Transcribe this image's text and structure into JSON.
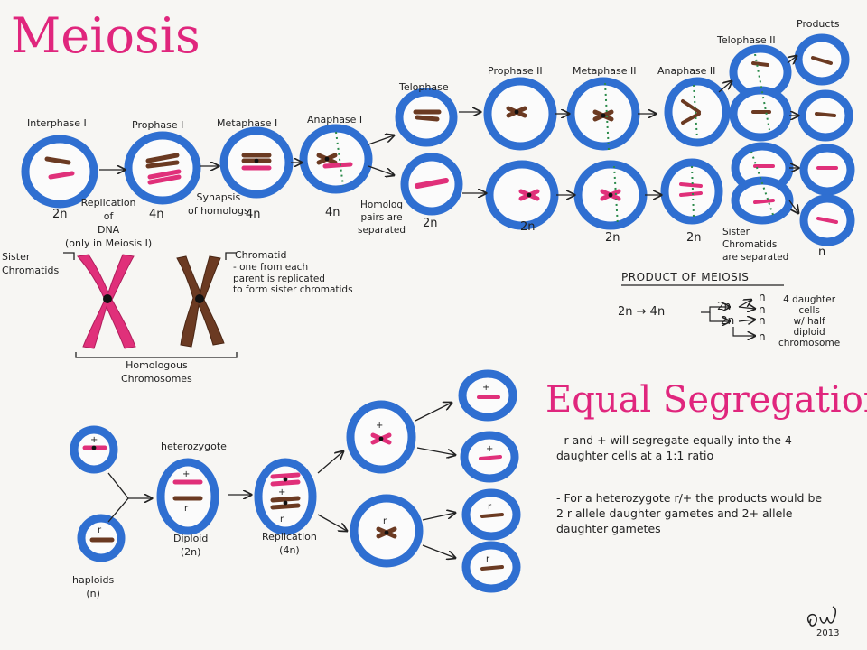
{
  "colors": {
    "title": "#e0267d",
    "cell": "#2f6fd1",
    "pink": "#e0307a",
    "brown": "#6b3a22",
    "dots": "#2a8a4a"
  },
  "icons": {
    "signature": "signature-mark"
  },
  "title": "Meiosis",
  "stages": {
    "interphase1": "Interphase I",
    "prophase1": "Prophase I",
    "metaphase1": "Metaphase I",
    "anaphase1": "Anaphase I",
    "telophase": "Telophase",
    "prophase2": "Prophase II",
    "metaphase2": "Metaphase II",
    "anaphase2": "Anaphase II",
    "telophase2": "Telophase II",
    "products": "Products"
  },
  "ploidy": {
    "interphase": "2n",
    "prophase": "4n",
    "metaphase": "4n",
    "anaphase": "4n",
    "telophase": "2n",
    "prophase2": "2n",
    "metaphase2": "2n",
    "anaphase2": "2n",
    "product": "n"
  },
  "notes": {
    "replication": "Replication\nof\nDNA\n(only in Meiosis I)",
    "synapsis": "Synapsis\nof homologs",
    "homolog_sep": "Homolog\npairs are\nseparated",
    "sister_sep": "Sister\nChromatids\nare separated"
  },
  "chromosome_panel": {
    "sister": "Sister\nChromatids",
    "chromatid_title": "Chromatid",
    "chromatid_desc": "- one from each\nparent is replicated\nto form sister chromatids",
    "homologous": "Homologous\nChromosomes"
  },
  "product_of_meiosis": {
    "heading": "PRODUCT OF MEIOSIS",
    "flow_a": "2n → 4n",
    "flow_b1": "2n",
    "flow_b2": "2n",
    "n1": "n",
    "n2": "n",
    "n3": "n",
    "n4": "n",
    "desc": "4 daughter\ncells\nw/ half\ndiploid\nchromosome"
  },
  "segregation": {
    "title": "Equal Segregation",
    "heterozygote": "heterozygote",
    "diploid": "Diploid\n(2n)",
    "replication": "Replication\n(4n)",
    "haploids": "haploids\n(n)",
    "bullet1": "- r and + will segregate equally into the 4 daughter cells at a 1:1 ratio",
    "bullet2": "- For a heterozygote r/+ the products would be 2 r allele daughter gametes and 2+ allele daughter gametes",
    "plus": "+",
    "r": "r"
  },
  "signature": {
    "year": "2013"
  }
}
